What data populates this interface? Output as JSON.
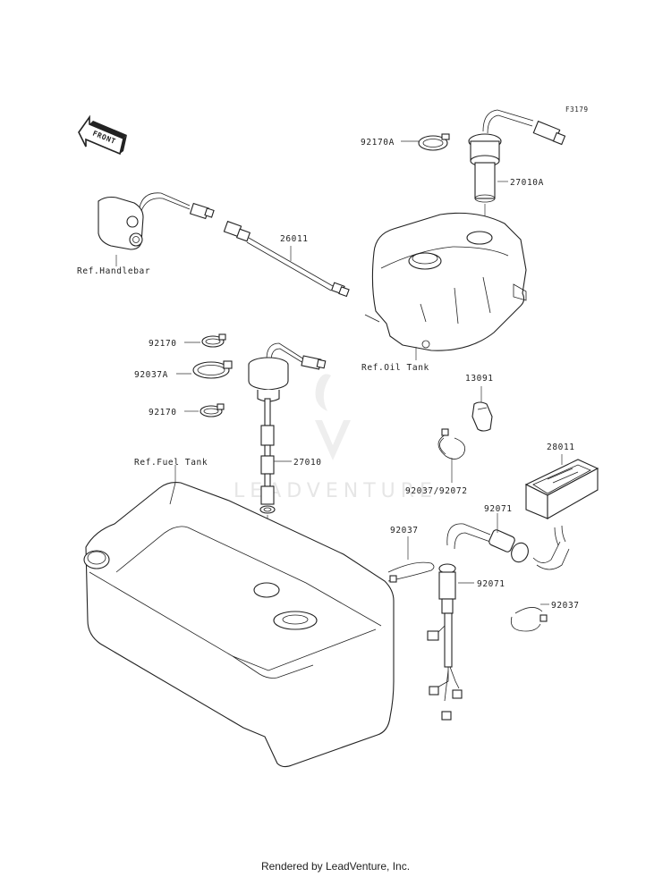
{
  "figure_code": "F3179",
  "front_arrow": "FRONT",
  "watermark": "LEADVENTURE",
  "footer": "Rendered by LeadVenture, Inc.",
  "labels": {
    "p92170a": "92170A",
    "p27010a": "27010A",
    "p26011": "26011",
    "ref_handlebar": "Ref.Handlebar",
    "ref_oil_tank": "Ref.Oil Tank",
    "p92170_top": "92170",
    "p92037a": "92037A",
    "p92170_bottom": "92170",
    "p13091": "13091",
    "p28011": "28011",
    "ref_fuel_tank": "Ref.Fuel Tank",
    "p27010": "27010",
    "p92037_92072": "92037/92072",
    "p92071_top": "92071",
    "p92037_left": "92037",
    "p92071_bottom": "92071",
    "p92037_right": "92037"
  }
}
